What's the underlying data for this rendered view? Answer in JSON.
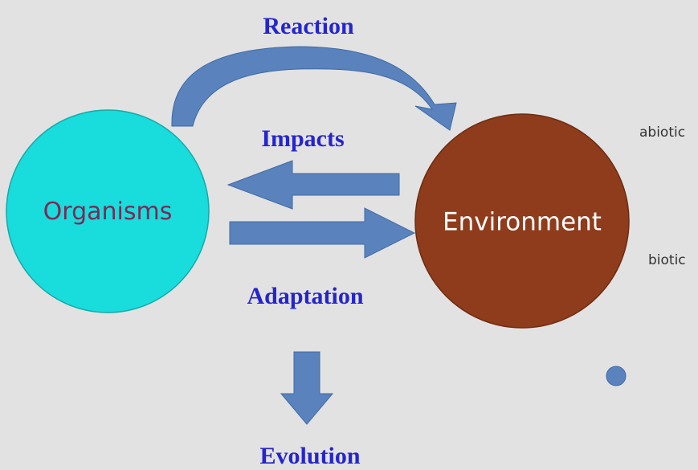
{
  "nodes": {
    "organisms": {
      "label": "Organisms",
      "fill": "#19dcdc",
      "text_color": "#7a2a55"
    },
    "environment": {
      "label": "Environment",
      "fill": "#8f3c1c",
      "text_color": "#ffffff"
    }
  },
  "edges": {
    "reaction": {
      "label": "Reaction"
    },
    "impacts": {
      "label": "Impacts"
    },
    "adaptation": {
      "label": "Adaptation"
    },
    "evolution": {
      "label": "Evolution"
    }
  },
  "side_notes": {
    "abiotic": "abiotic",
    "biotic": "biotic"
  },
  "colors": {
    "background": "#e2e2e2",
    "arrow_fill": "#5a82bd",
    "arrow_edge": "#3f6aa6",
    "label_color": "#2525cf",
    "bullet": "#5a82bd"
  }
}
